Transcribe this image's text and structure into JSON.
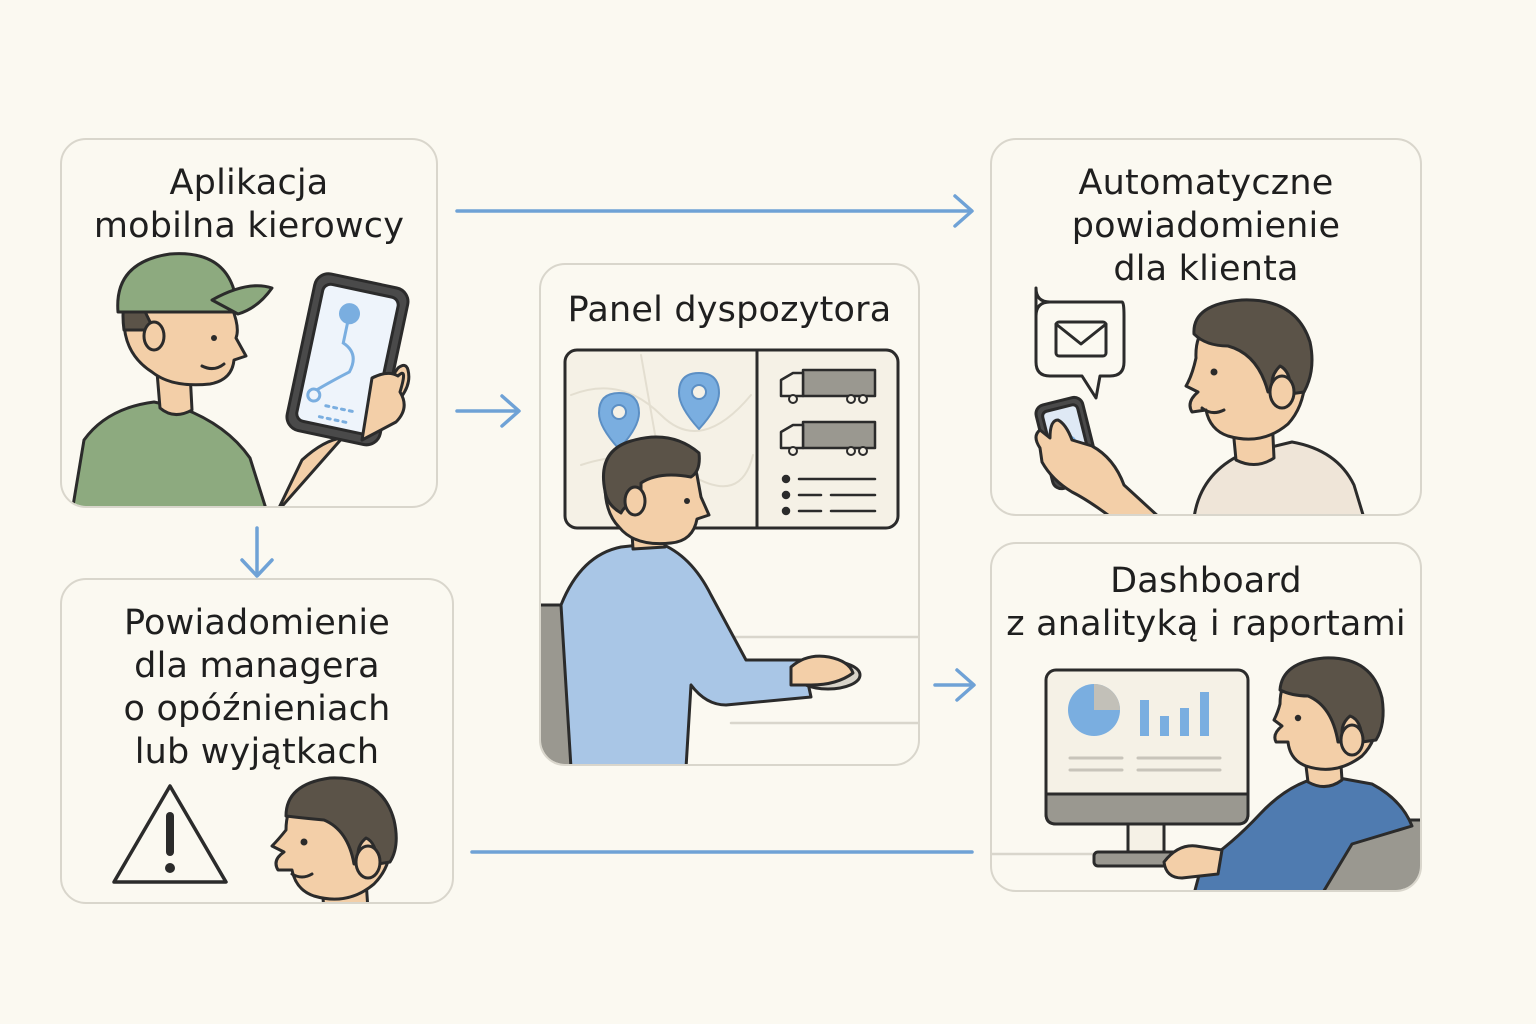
{
  "cards": {
    "driver_app": {
      "title": "Aplikacja\nmobilna kierowcy"
    },
    "dispatcher_panel": {
      "title": "Panel dyspozytora"
    },
    "client_notification": {
      "title": "Automatyczne\npowiadomienie\ndla klienta"
    },
    "manager_notification": {
      "title": "Powiadomienie\ndla managera\no opóźnieniach\nlub wyjątkach"
    },
    "dashboard": {
      "title": "Dashboard\nz analityką i raportami"
    }
  },
  "colors": {
    "background": "#fbf9f1",
    "card_border": "#d9d6cc",
    "arrow": "#6fa2d6",
    "outline": "#2b2b2b",
    "skin": "#f3cfa8",
    "hair": "#5b5348",
    "cap_green": "#8daa7f",
    "shirt_blue": "#a9c6e6",
    "shirt_navy": "#4f7bb0",
    "accent_blue": "#7aaee0",
    "chair_gray": "#9a9890"
  },
  "icons": [
    "warning-icon",
    "envelope-icon",
    "map-pin-icon",
    "truck-icon",
    "pie-chart-icon",
    "bar-chart-icon"
  ]
}
